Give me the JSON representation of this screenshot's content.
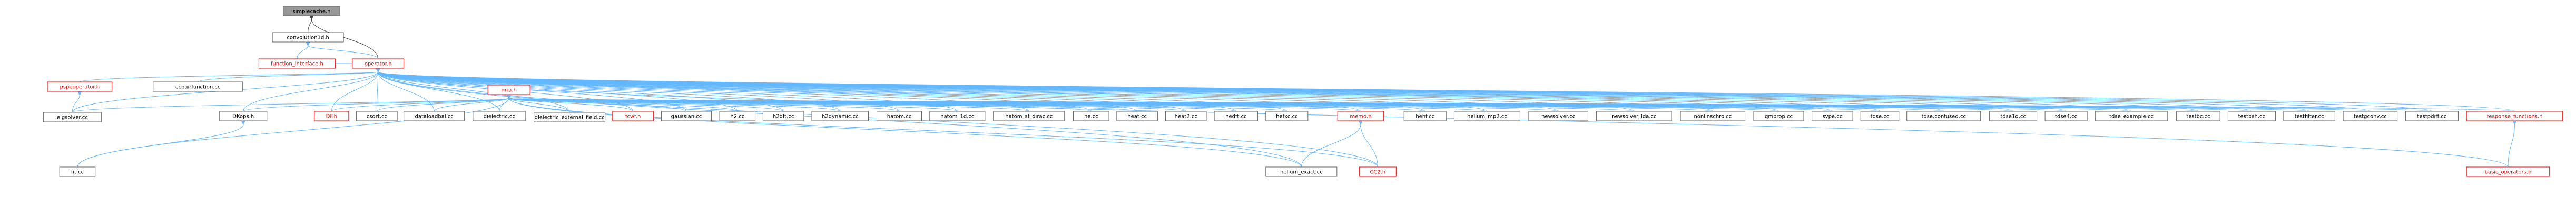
{
  "colors": {
    "edge": "#63b8ff",
    "edge_dark": "#404040",
    "node_border": "#666666",
    "focus_fill": "#999999",
    "red_border": "#ff0000"
  },
  "nodes": [
    {
      "id": "simplecache",
      "label": "simplecache.h",
      "style": "focus"
    },
    {
      "id": "convolution1d",
      "label": "convolution1d.h",
      "style": "normal"
    },
    {
      "id": "function_interface",
      "label": "function_interface.h",
      "style": "red"
    },
    {
      "id": "operator",
      "label": "operator.h",
      "style": "red"
    },
    {
      "id": "pspeoperator",
      "label": "pspeoperator.h",
      "style": "red"
    },
    {
      "id": "ccpairfunction",
      "label": "ccpairfunction.cc",
      "style": "normal"
    },
    {
      "id": "eigsolver",
      "label": "eigsolver.cc",
      "style": "normal"
    },
    {
      "id": "mra",
      "label": "mra.h",
      "style": "red"
    },
    {
      "id": "dktops",
      "label": "DKops.h",
      "style": "normal"
    },
    {
      "id": "df",
      "label": "DF.h",
      "style": "red"
    },
    {
      "id": "csqrt",
      "label": "csqrt.cc",
      "style": "normal"
    },
    {
      "id": "dataloadbal",
      "label": "dataloadbal.cc",
      "style": "normal"
    },
    {
      "id": "dielectric",
      "label": "dielectric.cc",
      "style": "normal"
    },
    {
      "id": "dielectric_external",
      "label": "dielectric_external_field.cc",
      "style": "normal"
    },
    {
      "id": "fcwf",
      "label": "fcwf.h",
      "style": "red"
    },
    {
      "id": "gaussian",
      "label": "gaussian.cc",
      "style": "normal"
    },
    {
      "id": "h2",
      "label": "h2.cc",
      "style": "normal"
    },
    {
      "id": "h2dft",
      "label": "h2dft.cc",
      "style": "normal"
    },
    {
      "id": "h2dynamic",
      "label": "h2dynamic.cc",
      "style": "normal"
    },
    {
      "id": "hatom",
      "label": "hatom.cc",
      "style": "normal"
    },
    {
      "id": "hatom_1d",
      "label": "hatom_1d.cc",
      "style": "normal"
    },
    {
      "id": "hatom_sf_dirac",
      "label": "hatom_sf_dirac.cc",
      "style": "normal"
    },
    {
      "id": "he",
      "label": "he.cc",
      "style": "normal"
    },
    {
      "id": "heat",
      "label": "heat.cc",
      "style": "normal"
    },
    {
      "id": "heat2",
      "label": "heat2.cc",
      "style": "normal"
    },
    {
      "id": "hedft",
      "label": "hedft.cc",
      "style": "normal"
    },
    {
      "id": "hefxc",
      "label": "hefxc.cc",
      "style": "normal"
    },
    {
      "id": "memo",
      "label": "memo.h",
      "style": "red"
    },
    {
      "id": "hehf",
      "label": "hehf.cc",
      "style": "normal"
    },
    {
      "id": "helium_mp2",
      "label": "helium_mp2.cc",
      "style": "normal"
    },
    {
      "id": "newsolver",
      "label": "newsolver.cc",
      "style": "normal"
    },
    {
      "id": "newsolver_lda",
      "label": "newsolver_lda.cc",
      "style": "normal"
    },
    {
      "id": "nonlinschro",
      "label": "nonlinschro.cc",
      "style": "normal"
    },
    {
      "id": "qmprop",
      "label": "qmprop.cc",
      "style": "normal"
    },
    {
      "id": "sygs",
      "label": "svpe.cc",
      "style": "normal"
    },
    {
      "id": "tdse",
      "label": "tdse.cc",
      "style": "normal"
    },
    {
      "id": "tdse_confused",
      "label": "tdse.confused.cc",
      "style": "normal"
    },
    {
      "id": "tdse1d",
      "label": "tdse1d.cc",
      "style": "normal"
    },
    {
      "id": "tdse4",
      "label": "tdse4.cc",
      "style": "normal"
    },
    {
      "id": "tdse_example",
      "label": "tdse_example.cc",
      "style": "normal"
    },
    {
      "id": "testbc",
      "label": "testbc.cc",
      "style": "normal"
    },
    {
      "id": "testbsh",
      "label": "testbsh.cc",
      "style": "normal"
    },
    {
      "id": "testfilter",
      "label": "testfilter.cc",
      "style": "normal"
    },
    {
      "id": "testgconv",
      "label": "testgconv.cc",
      "style": "normal"
    },
    {
      "id": "testpdiff",
      "label": "testpdiff.cc",
      "style": "normal"
    },
    {
      "id": "response_functions",
      "label": "response_functions.h",
      "style": "red"
    },
    {
      "id": "fh",
      "label": "fit.cc",
      "style": "normal"
    },
    {
      "id": "helium_exact",
      "label": "helium_exact.cc",
      "style": "normal"
    },
    {
      "id": "cc2",
      "label": "CC2.h",
      "style": "red"
    },
    {
      "id": "basic_operators",
      "label": "basic_operators.h",
      "style": "red"
    }
  ],
  "edges": [
    [
      "convolution1d",
      "simplecache"
    ],
    [
      "operator",
      "simplecache"
    ],
    [
      "function_interface",
      "convolution1d"
    ],
    [
      "operator",
      "convolution1d"
    ],
    [
      "operator",
      "function_interface"
    ],
    [
      "pspeoperator",
      "operator"
    ],
    [
      "eigsolver",
      "pspeoperator"
    ],
    [
      "ccpairfunction",
      "operator"
    ],
    [
      "eigsolver",
      "operator"
    ],
    [
      "mra",
      "operator"
    ],
    [
      "dktops",
      "operator"
    ],
    [
      "fh",
      "dktops"
    ],
    [
      "df",
      "operator"
    ],
    [
      "csqrt",
      "operator"
    ],
    [
      "dataloadbal",
      "operator"
    ],
    [
      "dielectric",
      "operator"
    ],
    [
      "dielectric_external",
      "operator"
    ],
    [
      "fcwf",
      "operator"
    ],
    [
      "gaussian",
      "operator"
    ],
    [
      "h2",
      "operator"
    ],
    [
      "h2dft",
      "operator"
    ],
    [
      "h2dynamic",
      "operator"
    ],
    [
      "hatom",
      "operator"
    ],
    [
      "hatom_1d",
      "operator"
    ],
    [
      "hatom_sf_dirac",
      "operator"
    ],
    [
      "he",
      "operator"
    ],
    [
      "heat",
      "operator"
    ],
    [
      "heat2",
      "operator"
    ],
    [
      "hedft",
      "operator"
    ],
    [
      "hefxc",
      "operator"
    ],
    [
      "memo",
      "operator"
    ],
    [
      "hehf",
      "operator"
    ],
    [
      "helium_mp2",
      "operator"
    ],
    [
      "newsolver",
      "operator"
    ],
    [
      "newsolver_lda",
      "operator"
    ],
    [
      "nonlinschro",
      "operator"
    ],
    [
      "qmprop",
      "operator"
    ],
    [
      "sygs",
      "operator"
    ],
    [
      "tdse",
      "operator"
    ],
    [
      "tdse_confused",
      "operator"
    ],
    [
      "tdse1d",
      "operator"
    ],
    [
      "tdse4",
      "operator"
    ],
    [
      "tdse_example",
      "operator"
    ],
    [
      "testbc",
      "operator"
    ],
    [
      "testbsh",
      "operator"
    ],
    [
      "testfilter",
      "operator"
    ],
    [
      "testgconv",
      "operator"
    ],
    [
      "testpdiff",
      "operator"
    ],
    [
      "response_functions",
      "operator"
    ],
    [
      "basic_operators",
      "operator"
    ],
    [
      "helium_exact",
      "operator"
    ],
    [
      "cc2",
      "operator"
    ],
    [
      "eigsolver",
      "mra"
    ],
    [
      "dktops",
      "mra"
    ],
    [
      "df",
      "mra"
    ],
    [
      "csqrt",
      "mra"
    ],
    [
      "dataloadbal",
      "mra"
    ],
    [
      "dielectric",
      "mra"
    ],
    [
      "dielectric_external",
      "mra"
    ],
    [
      "fcwf",
      "mra"
    ],
    [
      "gaussian",
      "mra"
    ],
    [
      "h2",
      "mra"
    ],
    [
      "h2dft",
      "mra"
    ],
    [
      "h2dynamic",
      "mra"
    ],
    [
      "hatom",
      "mra"
    ],
    [
      "hatom_1d",
      "mra"
    ],
    [
      "hatom_sf_dirac",
      "mra"
    ],
    [
      "he",
      "mra"
    ],
    [
      "heat",
      "mra"
    ],
    [
      "heat2",
      "mra"
    ],
    [
      "hedft",
      "mra"
    ],
    [
      "hefxc",
      "mra"
    ],
    [
      "memo",
      "mra"
    ],
    [
      "hehf",
      "mra"
    ],
    [
      "helium_mp2",
      "mra"
    ],
    [
      "newsolver",
      "mra"
    ],
    [
      "newsolver_lda",
      "mra"
    ],
    [
      "nonlinschro",
      "mra"
    ],
    [
      "qmprop",
      "mra"
    ],
    [
      "sygs",
      "mra"
    ],
    [
      "tdse",
      "mra"
    ],
    [
      "tdse_confused",
      "mra"
    ],
    [
      "tdse1d",
      "mra"
    ],
    [
      "tdse4",
      "mra"
    ],
    [
      "tdse_example",
      "mra"
    ],
    [
      "testbc",
      "mra"
    ],
    [
      "testbsh",
      "mra"
    ],
    [
      "testfilter",
      "mra"
    ],
    [
      "testgconv",
      "mra"
    ],
    [
      "testpdiff",
      "mra"
    ],
    [
      "response_functions",
      "mra"
    ],
    [
      "helium_exact",
      "mra"
    ],
    [
      "cc2",
      "mra"
    ],
    [
      "fh",
      "mra"
    ],
    [
      "helium_exact",
      "memo"
    ],
    [
      "cc2",
      "memo"
    ],
    [
      "basic_operators",
      "response_functions"
    ]
  ]
}
